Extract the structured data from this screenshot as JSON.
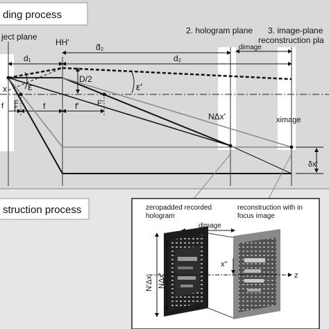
{
  "sections": {
    "recording_title": "ding process",
    "reconstruction_title": "struction process"
  },
  "planes": {
    "object": "ject plane",
    "hh": "HH'",
    "hologram": "2. hologram plane",
    "image_plane_1": "3. image-plane",
    "image_plane_2": "reconstruction pla"
  },
  "distances": {
    "d1": "d₁",
    "d2_tilde": "d̃₂",
    "d2": "d₂",
    "d_image": "dimage",
    "f_left": "f",
    "f_mid": "f",
    "f_prime_left": "f'",
    "f_prime_right": "f'"
  },
  "points": {
    "F_left": "F",
    "F_prime": "F'",
    "x": "x",
    "D_half": "D/2",
    "eps": "ε",
    "eps_prime": "ε'",
    "N_dx": "NΔx'",
    "x_image": "ximage",
    "delta_x": "δx'"
  },
  "inset": {
    "left_caption_1": "zeropadded recorded",
    "left_caption_2": "hologram",
    "right_caption_1": "reconstruction with in",
    "right_caption_2": "focus image",
    "d_image": "dimage",
    "vert_label_outer": "N'Δx'",
    "vert_label_inner": "NΔx'",
    "x_double_prime": "x''",
    "z_axis": "z"
  }
}
